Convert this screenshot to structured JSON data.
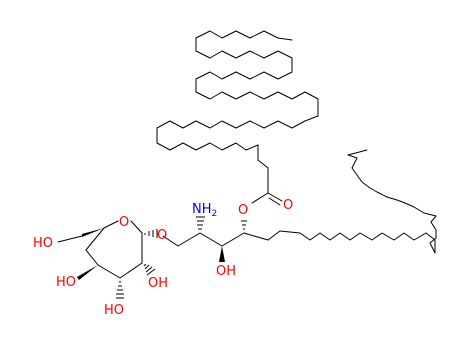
{
  "atom_labels": {
    "ho_ring_top": "HO",
    "ho_ring_mid_left": "HO",
    "oh_ring_right": "OH",
    "ho_ring_bottom": "HO",
    "o_ring": "O",
    "o_glycoside": "O",
    "nh2": "NH",
    "nh2_subscript": "2",
    "oh_chain": "OH",
    "o_ester": "O",
    "o_carbonyl": "O"
  },
  "colors": {
    "bond": "#000000",
    "oxygen": "#ff0000",
    "nitrogen": "#0000ff"
  }
}
